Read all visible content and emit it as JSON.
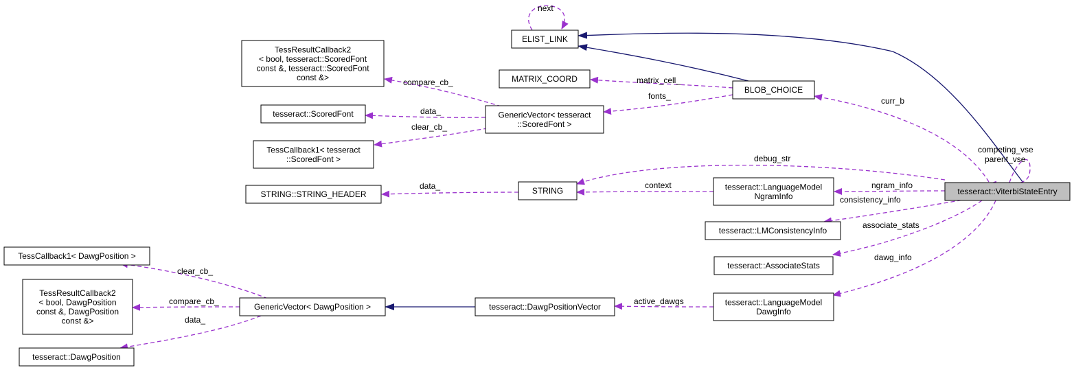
{
  "diagram": {
    "nodes": {
      "elist_link": [
        "ELIST_LINK"
      ],
      "matrix_coord": [
        "MATRIX_COORD"
      ],
      "blob_choice": [
        "BLOB_CHOICE"
      ],
      "tess_result_cb2_scoredfont": [
        "TessResultCallback2",
        "< bool, tesseract::ScoredFont",
        "const &, tesseract::ScoredFont",
        "const &>"
      ],
      "scored_font": [
        "tesseract::ScoredFont"
      ],
      "tess_cb1_scoredfont": [
        "TessCallback1< tesseract",
        "::ScoredFont >"
      ],
      "generic_vector_scoredfont": [
        "GenericVector< tesseract",
        "::ScoredFont >"
      ],
      "string_header": [
        "STRING::STRING_HEADER"
      ],
      "string": [
        "STRING"
      ],
      "ngram_info": [
        "tesseract::LanguageModel",
        "NgramInfo"
      ],
      "viterbi": [
        "tesseract::ViterbiStateEntry"
      ],
      "lm_consistency": [
        "tesseract::LMConsistencyInfo"
      ],
      "associate_stats": [
        "tesseract::AssociateStats"
      ],
      "tess_cb1_dawg": [
        "TessCallback1< DawgPosition >"
      ],
      "tess_result_cb2_dawg": [
        "TessResultCallback2",
        "< bool, DawgPosition",
        "const &, DawgPosition",
        "const &>"
      ],
      "generic_vector_dawg": [
        "GenericVector< DawgPosition >"
      ],
      "dawg_position_vector": [
        "tesseract::DawgPositionVector"
      ],
      "dawg_info": [
        "tesseract::LanguageModel",
        "DawgInfo"
      ],
      "dawg_position": [
        "tesseract::DawgPosition"
      ]
    },
    "edge_labels": {
      "next": "next",
      "matrix_cell": "matrix_cell_",
      "compare_cb_top": "compare_cb_",
      "fonts": "fonts_",
      "data_scoredfont": "data_",
      "clear_cb_top": "clear_cb_",
      "curr_b": "curr_b",
      "competing_vse": "competing_vse",
      "parent_vse": "parent_vse",
      "debug_str": "debug_str",
      "data_string": "data_",
      "context": "context",
      "ngram_info": "ngram_info",
      "consistency_info": "consistency_info",
      "associate_stats": "associate_stats",
      "dawg_info": "dawg_info",
      "clear_cb_bottom": "clear_cb_",
      "compare_cb_bottom": "compare_cb_",
      "data_dawg": "data_",
      "active_dawgs": "active_dawgs"
    }
  }
}
